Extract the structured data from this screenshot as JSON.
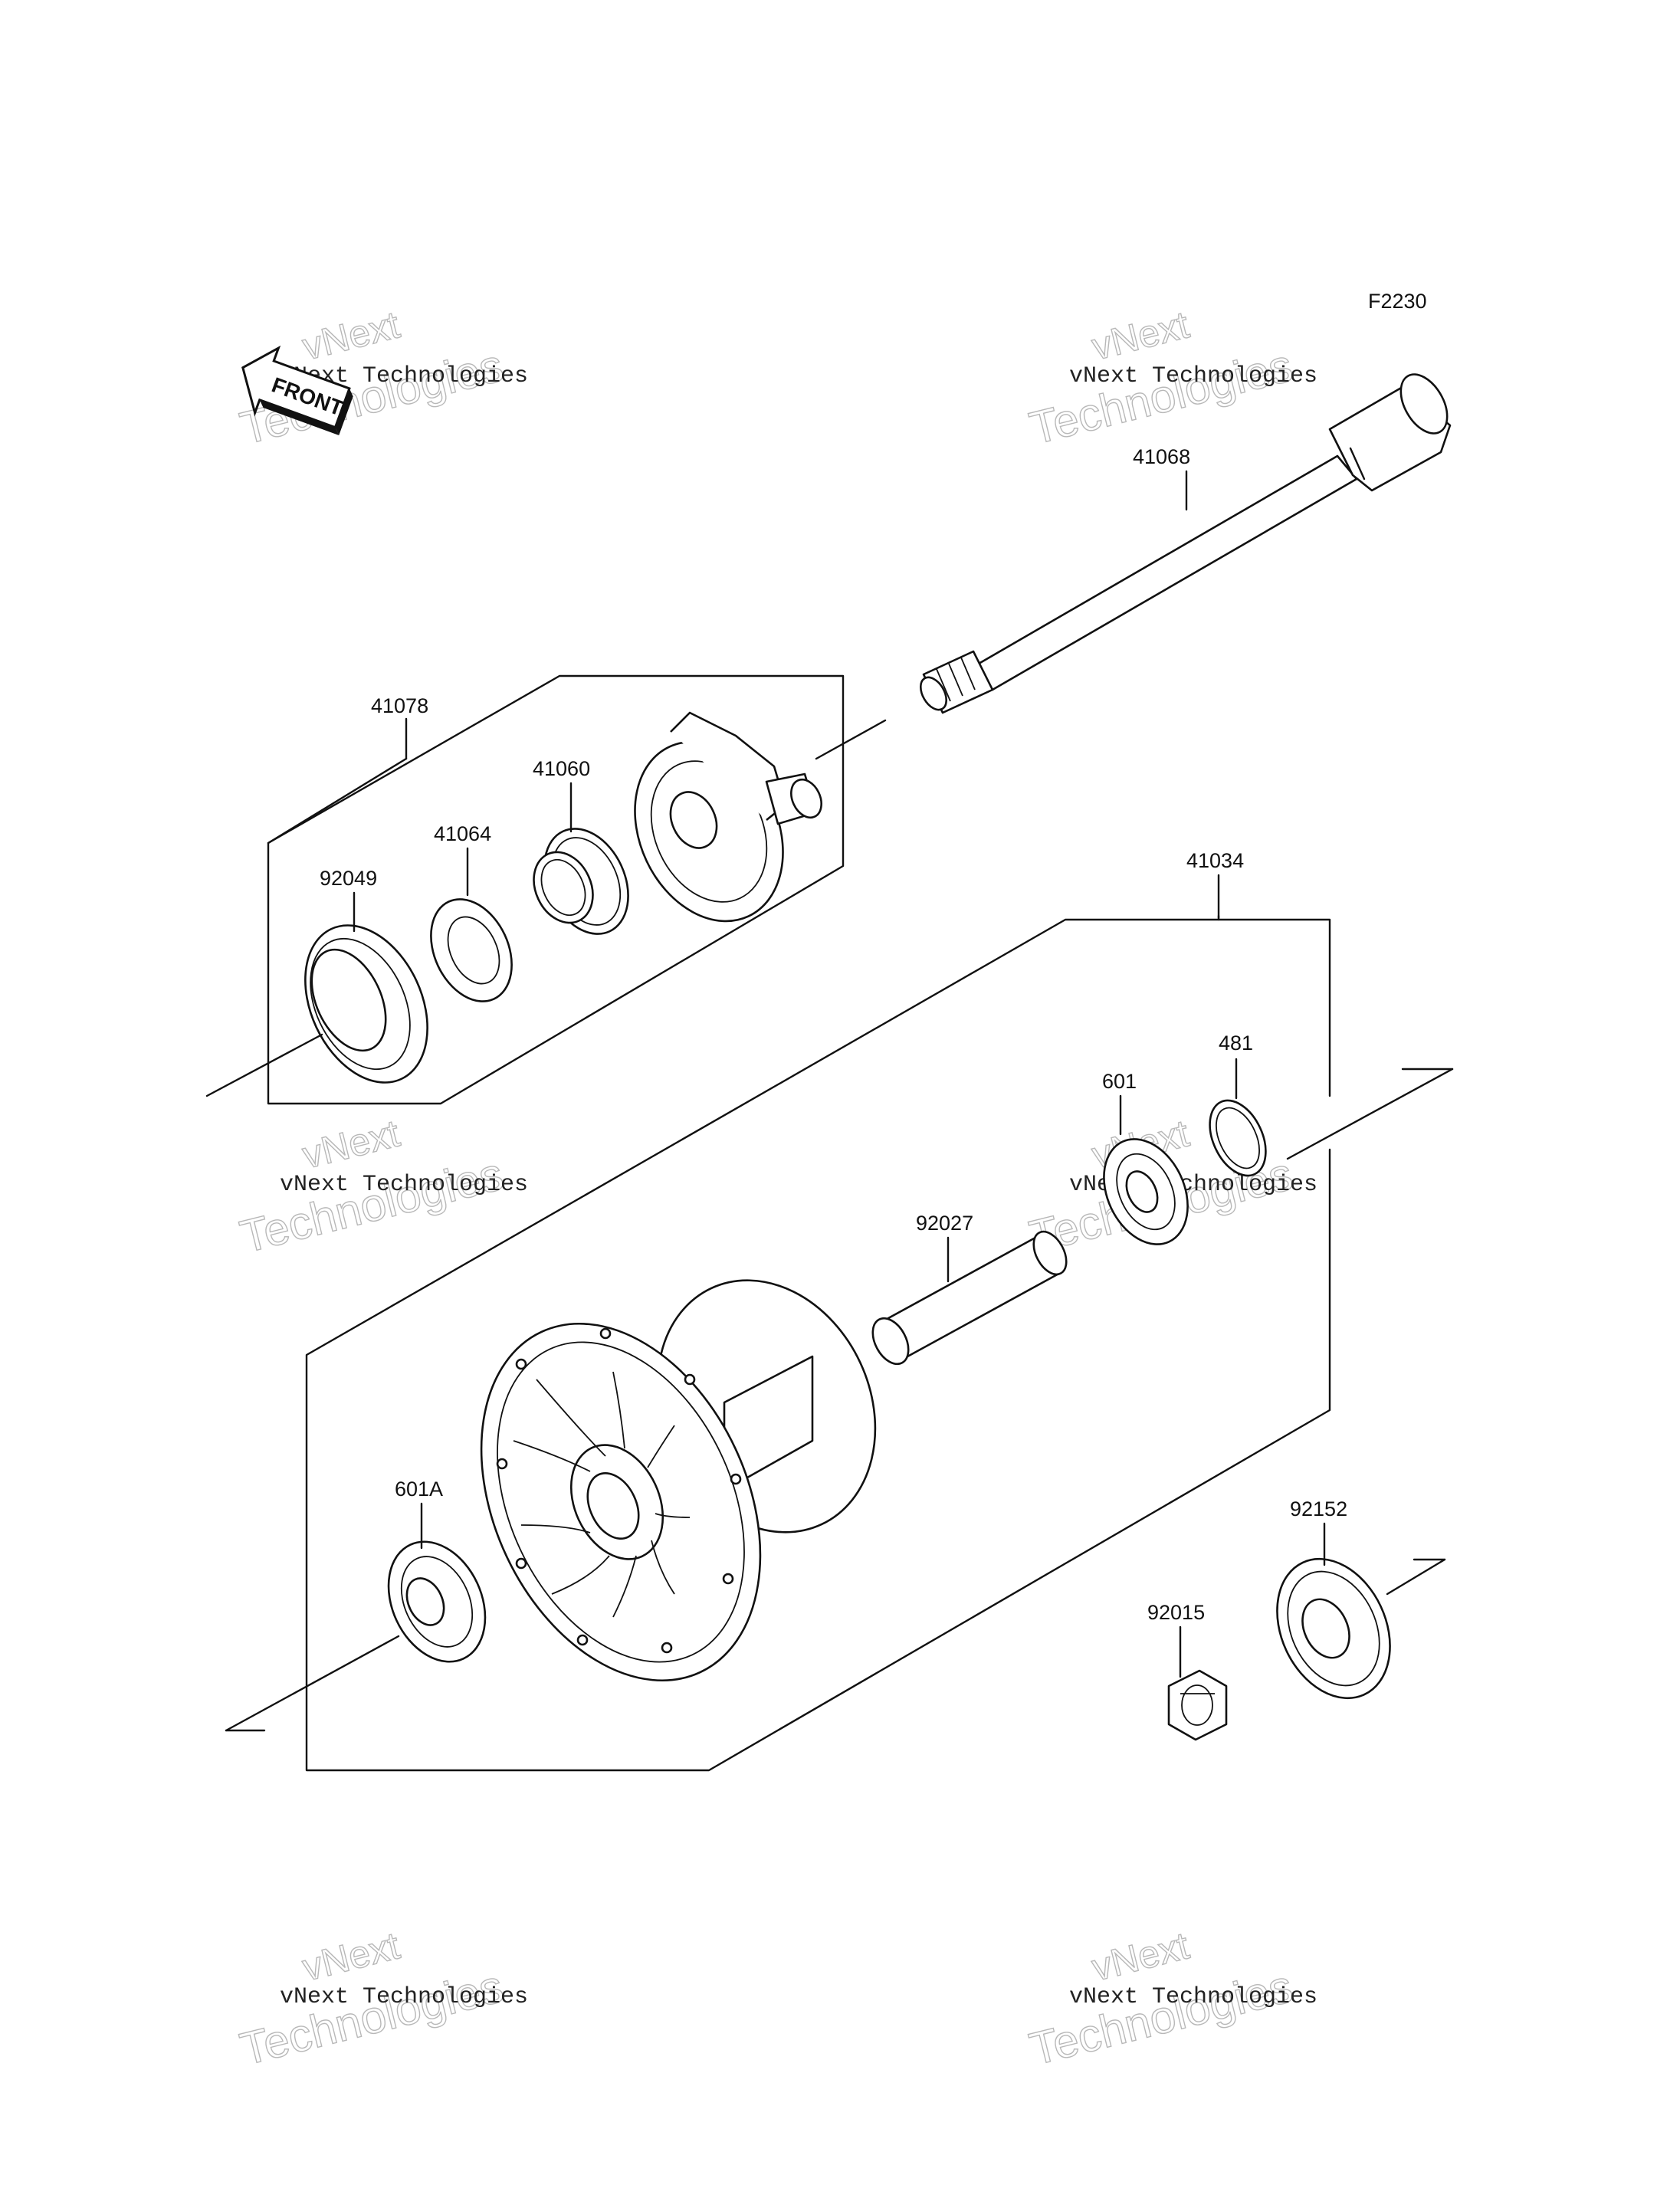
{
  "diagram_code": "F2230",
  "front_arrow_label": "FRONT",
  "watermark_small": "vNext Technologies",
  "watermark_line1": "vNext",
  "watermark_line2": "Technologies",
  "parts": {
    "axle": "41068",
    "gear_housing_assy": "41078",
    "gear": "41060",
    "plate": "41064",
    "seal": "92049",
    "hub_assy": "41034",
    "circlip": "481",
    "bearing_right": "601",
    "spacer": "92027",
    "bearing_left": "601A",
    "collar": "92152",
    "nut": "92015"
  }
}
